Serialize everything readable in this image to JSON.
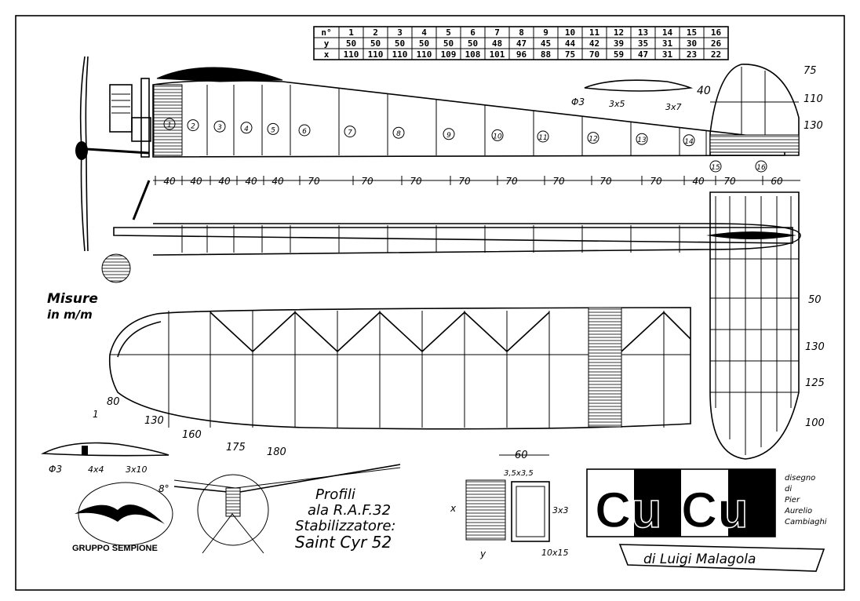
{
  "table": {
    "headers": [
      "n°",
      "y",
      "x"
    ],
    "n": [
      "1",
      "2",
      "3",
      "4",
      "5",
      "6",
      "7",
      "8",
      "9",
      "10",
      "11",
      "12",
      "13",
      "14",
      "15",
      "16"
    ],
    "y": [
      "50",
      "50",
      "50",
      "50",
      "50",
      "50",
      "48",
      "47",
      "45",
      "44",
      "42",
      "39",
      "35",
      "31",
      "30",
      "26"
    ],
    "x": [
      "110",
      "110",
      "110",
      "110",
      "109",
      "108",
      "101",
      "96",
      "88",
      "75",
      "70",
      "59",
      "47",
      "31",
      "23",
      "22"
    ]
  },
  "ribs": [
    "1",
    "2",
    "3",
    "4",
    "5",
    "6",
    "7",
    "8",
    "9",
    "10",
    "11",
    "12",
    "13",
    "14",
    "15",
    "16"
  ],
  "spacing": [
    "40",
    "40",
    "40",
    "40",
    "40",
    "70",
    "70",
    "70",
    "70",
    "70",
    "70",
    "70",
    "70",
    "40",
    "70",
    "60"
  ],
  "rudder_dims": [
    "75",
    "110",
    "130"
  ],
  "stab_side_dims": [
    "40",
    "3x5",
    "3x7",
    "Φ3"
  ],
  "stab_plan_dims": [
    "50",
    "130",
    "125",
    "100"
  ],
  "wing_dims": [
    "80",
    "130",
    "160",
    "175",
    "180"
  ],
  "profile_dims": [
    "1",
    "Φ3",
    "4x4",
    "3x10"
  ],
  "units": {
    "line1": "Misure",
    "line2": "in m/m"
  },
  "dihedral": "8°",
  "profiles_note": {
    "l1": "Profili",
    "l2": "ala R.A.F.32",
    "l3": "Stabilizzatore:",
    "l4": "Saint Cyr 52"
  },
  "fuselage_dims": {
    "width": "60",
    "top": "3,5x3,5",
    "side": "3x3",
    "bottom": "10x15",
    "x": "x",
    "y": "y"
  },
  "club": "GRUPPO SEMPIONE",
  "logo": {
    "left": "Cu",
    "right": "Cu",
    "banner": "di Luigi Malagola"
  },
  "designer": {
    "l1": "disegno",
    "l2": "di",
    "l3": "Pier",
    "l4": "Aurelio",
    "l5": "Cambiaghi"
  }
}
